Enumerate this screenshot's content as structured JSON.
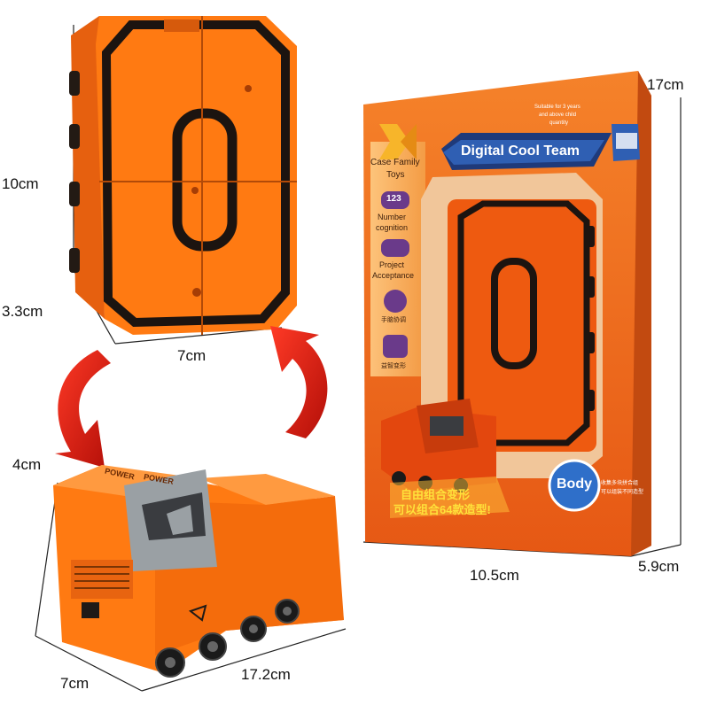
{
  "dimensions": {
    "toy_height": "10cm",
    "toy_depth": "3.3cm",
    "toy_width": "7cm",
    "truck_height": "4cm",
    "truck_depth": "7cm",
    "truck_length": "17.2cm",
    "box_height": "17cm",
    "box_width": "10.5cm",
    "box_depth": "5.9cm"
  },
  "box": {
    "brand_line1": "Case Family",
    "brand_line2": "Toys",
    "age_note_line1": "Suitable for 3 years",
    "age_note_line2": "and above child",
    "age_note_line3": "quantity",
    "banner": "Digital Cool Team",
    "feature1_icon": "123",
    "feature1_line1": "Number",
    "feature1_line2": "cognition",
    "feature2_line1": "Project",
    "feature2_line2": "Acceptance",
    "feature3": "手脑协调",
    "feature4": "益智变形",
    "slogan_line1": "自由组合变形",
    "slogan_line2": "可以组合64款造型!",
    "badge": "Body",
    "side_note_line1": "收集多块拼合组",
    "side_note_line2": "可以组装不同造型"
  },
  "truck": {
    "power_label_top": "POWER",
    "power_label_side": "POWER"
  },
  "colors": {
    "toy_orange": "#ff7a12",
    "toy_black": "#1c1410",
    "box_orange": "#f06a1c",
    "arrow_red": "#d7190f"
  }
}
